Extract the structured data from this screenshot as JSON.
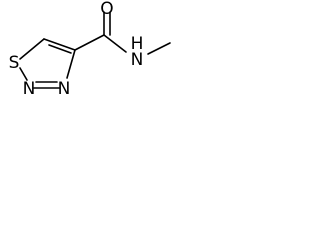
{
  "molecule": {
    "atoms": {
      "sulfur": "S",
      "nitrogen_ring_1": "N",
      "nitrogen_ring_2": "N",
      "oxygen": "O",
      "amide_nitrogen": "N",
      "amide_hydrogen": "H"
    },
    "colors": {
      "bond": "#000000",
      "label": "#000000",
      "background": "#ffffff"
    }
  }
}
